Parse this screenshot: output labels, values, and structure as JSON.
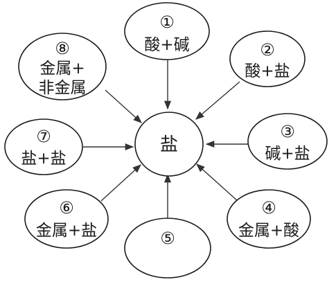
{
  "center": {
    "label": "盐"
  },
  "nodes": [
    {
      "number": "①",
      "lines": [
        "酸+碱"
      ]
    },
    {
      "number": "②",
      "lines": [
        "酸+盐"
      ]
    },
    {
      "number": "③",
      "lines": [
        "碱+盐"
      ]
    },
    {
      "number": "④",
      "lines": [
        "金属+酸"
      ]
    },
    {
      "number": "⑤",
      "lines": []
    },
    {
      "number": "⑥",
      "lines": [
        "金属+盐"
      ]
    },
    {
      "number": "⑦",
      "lines": [
        "盐+盐"
      ]
    },
    {
      "number": "⑧",
      "lines": [
        "金属+",
        "非金属"
      ]
    }
  ],
  "colors": {
    "stroke": "#1a1a1a",
    "arrow": "#333333",
    "background": "#ffffff"
  }
}
